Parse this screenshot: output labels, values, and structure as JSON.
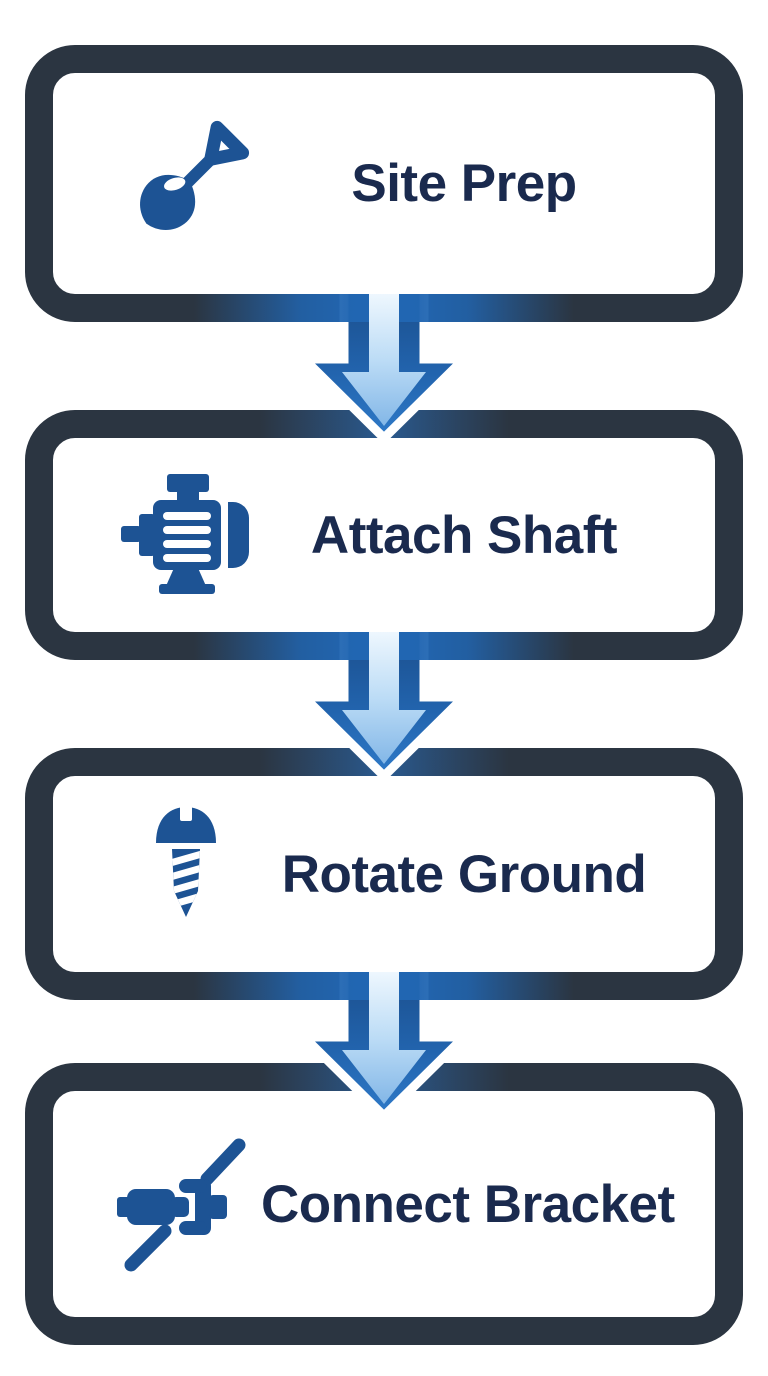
{
  "flowchart": {
    "steps": [
      {
        "label": "Site Prep",
        "icon": "shovel-icon"
      },
      {
        "label": "Attach Shaft",
        "icon": "motor-icon"
      },
      {
        "label": "Rotate Ground",
        "icon": "screw-icon"
      },
      {
        "label": "Connect Bracket",
        "icon": "coupling-icon"
      }
    ],
    "connector": "down-arrow",
    "colors": {
      "background": "#ffffff",
      "box_border": "#2b3541",
      "box_fill": "#ffffff",
      "label_text": "#1a2a4e",
      "icon_blue": "#1d5394",
      "arrow_outer_top": "#1b4f8d",
      "arrow_outer_bottom": "#2f7ac8",
      "arrow_inner_top": "#eef7fe",
      "arrow_inner_bottom": "#83b7e7",
      "arrow_halo": "#ffffff",
      "border_blend_blue": "#2166b2"
    }
  }
}
